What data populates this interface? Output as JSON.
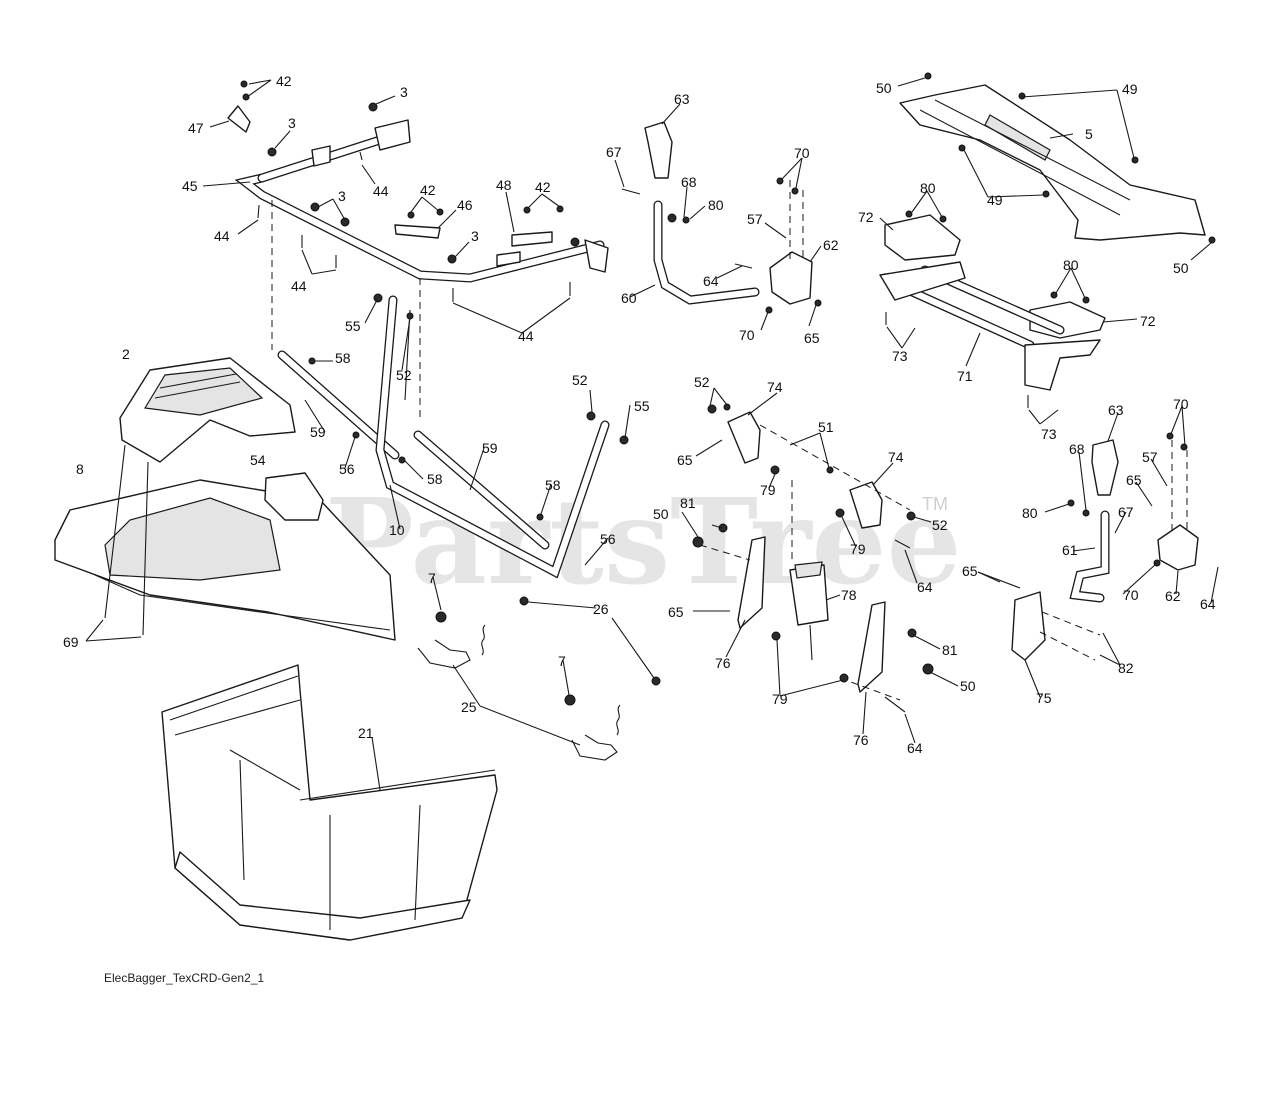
{
  "diagram": {
    "caption": "ElecBagger_TexCRD-Gen2_1",
    "watermark": "PartsTree",
    "watermark_tm": "TM",
    "callouts": [
      {
        "id": "c-42a",
        "text": "42"
      },
      {
        "id": "c-47",
        "text": "47"
      },
      {
        "id": "c-3a",
        "text": "3"
      },
      {
        "id": "c-3b",
        "text": "3"
      },
      {
        "id": "c-45",
        "text": "45"
      },
      {
        "id": "c-44a",
        "text": "44"
      },
      {
        "id": "c-3c",
        "text": "3"
      },
      {
        "id": "c-44b",
        "text": "44"
      },
      {
        "id": "c-42b",
        "text": "42"
      },
      {
        "id": "c-46",
        "text": "46"
      },
      {
        "id": "c-48",
        "text": "48"
      },
      {
        "id": "c-42c",
        "text": "42"
      },
      {
        "id": "c-3d",
        "text": "3"
      },
      {
        "id": "c-44c",
        "text": "44"
      },
      {
        "id": "c-44d",
        "text": "44"
      },
      {
        "id": "c-55a",
        "text": "55"
      },
      {
        "id": "c-52a",
        "text": "52"
      },
      {
        "id": "c-58a",
        "text": "58"
      },
      {
        "id": "c-2",
        "text": "2"
      },
      {
        "id": "c-59a",
        "text": "59"
      },
      {
        "id": "c-56a",
        "text": "56"
      },
      {
        "id": "c-58b",
        "text": "58"
      },
      {
        "id": "c-59b",
        "text": "59"
      },
      {
        "id": "c-54",
        "text": "54"
      },
      {
        "id": "c-8",
        "text": "8"
      },
      {
        "id": "c-10",
        "text": "10"
      },
      {
        "id": "c-52b",
        "text": "52"
      },
      {
        "id": "c-55b",
        "text": "55"
      },
      {
        "id": "c-58c",
        "text": "58"
      },
      {
        "id": "c-56b",
        "text": "56"
      },
      {
        "id": "c-7a",
        "text": "7"
      },
      {
        "id": "c-26",
        "text": "26"
      },
      {
        "id": "c-69",
        "text": "69"
      },
      {
        "id": "c-7b",
        "text": "7"
      },
      {
        "id": "c-25",
        "text": "25"
      },
      {
        "id": "c-21",
        "text": "21"
      },
      {
        "id": "c-63a",
        "text": "63"
      },
      {
        "id": "c-67a",
        "text": "67"
      },
      {
        "id": "c-68a",
        "text": "68"
      },
      {
        "id": "c-80a",
        "text": "80"
      },
      {
        "id": "c-70a",
        "text": "70"
      },
      {
        "id": "c-57a",
        "text": "57"
      },
      {
        "id": "c-62a",
        "text": "62"
      },
      {
        "id": "c-64a",
        "text": "64"
      },
      {
        "id": "c-60",
        "text": "60"
      },
      {
        "id": "c-70b",
        "text": "70"
      },
      {
        "id": "c-65a",
        "text": "65"
      },
      {
        "id": "c-50a",
        "text": "50"
      },
      {
        "id": "c-49a",
        "text": "49"
      },
      {
        "id": "c-5",
        "text": "5"
      },
      {
        "id": "c-49b",
        "text": "49"
      },
      {
        "id": "c-50b",
        "text": "50"
      },
      {
        "id": "c-72a",
        "text": "72"
      },
      {
        "id": "c-80b",
        "text": "80"
      },
      {
        "id": "c-80c",
        "text": "80"
      },
      {
        "id": "c-72b",
        "text": "72"
      },
      {
        "id": "c-73a",
        "text": "73"
      },
      {
        "id": "c-71",
        "text": "71"
      },
      {
        "id": "c-73b",
        "text": "73"
      },
      {
        "id": "c-52c",
        "text": "52"
      },
      {
        "id": "c-74a",
        "text": "74"
      },
      {
        "id": "c-51",
        "text": "51"
      },
      {
        "id": "c-65b",
        "text": "65"
      },
      {
        "id": "c-74b",
        "text": "74"
      },
      {
        "id": "c-79a",
        "text": "79"
      },
      {
        "id": "c-52d",
        "text": "52"
      },
      {
        "id": "c-79b",
        "text": "79"
      },
      {
        "id": "c-81a",
        "text": "81"
      },
      {
        "id": "c-50c",
        "text": "50"
      },
      {
        "id": "c-64b",
        "text": "64"
      },
      {
        "id": "c-78",
        "text": "78"
      },
      {
        "id": "c-65c",
        "text": "65"
      },
      {
        "id": "c-76a",
        "text": "76"
      },
      {
        "id": "c-81b",
        "text": "81"
      },
      {
        "id": "c-50d",
        "text": "50"
      },
      {
        "id": "c-79c",
        "text": "79"
      },
      {
        "id": "c-76b",
        "text": "76"
      },
      {
        "id": "c-64c",
        "text": "64"
      },
      {
        "id": "c-63b",
        "text": "63"
      },
      {
        "id": "c-70c",
        "text": "70"
      },
      {
        "id": "c-68b",
        "text": "68"
      },
      {
        "id": "c-57b",
        "text": "57"
      },
      {
        "id": "c-65d",
        "text": "65"
      },
      {
        "id": "c-80d",
        "text": "80"
      },
      {
        "id": "c-67b",
        "text": "67"
      },
      {
        "id": "c-61",
        "text": "61"
      },
      {
        "id": "c-70d",
        "text": "70"
      },
      {
        "id": "c-62b",
        "text": "62"
      },
      {
        "id": "c-64d",
        "text": "64"
      },
      {
        "id": "c-65e",
        "text": "65"
      },
      {
        "id": "c-82",
        "text": "82"
      },
      {
        "id": "c-75",
        "text": "75"
      }
    ]
  }
}
